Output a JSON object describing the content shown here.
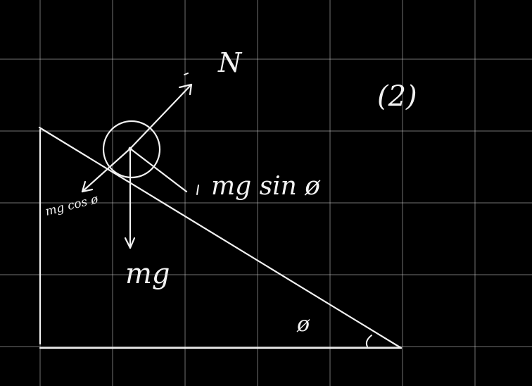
{
  "canvas": {
    "background_color": "#000000",
    "grid_color": "#d0d0d0",
    "ink_color": "#f2f2f2"
  },
  "labels": {
    "normal_force": "N",
    "problem_number": "(2)",
    "component_parallel": "mg sin ø",
    "component_perpendicular": "mg cos ø",
    "weight": "mg",
    "angle_mark": "ø"
  }
}
